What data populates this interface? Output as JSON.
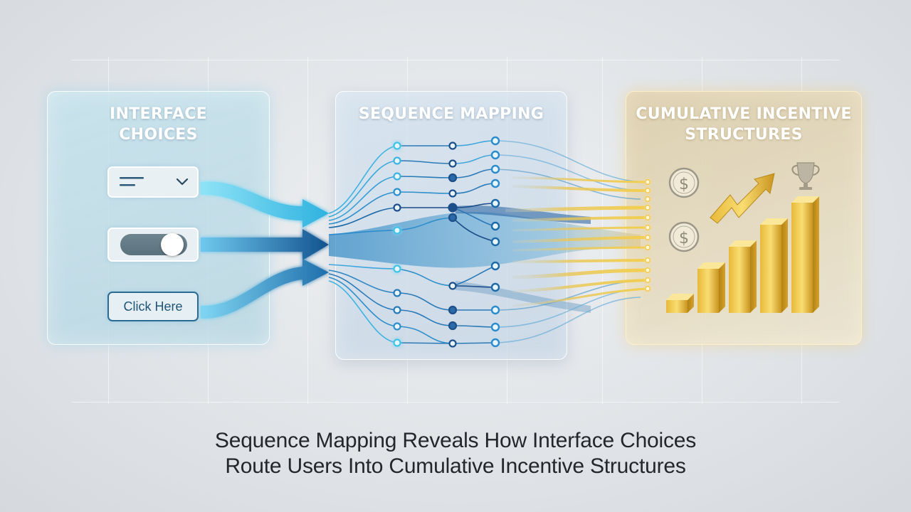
{
  "panels": {
    "left": {
      "title_line1": "INTERFACE",
      "title_line2": "CHOICES"
    },
    "middle": {
      "title": "SEQUENCE MAPPING"
    },
    "right": {
      "title_line1": "CUMULATIVE INCENTIVE",
      "title_line2": "STRUCTURES"
    }
  },
  "controls": {
    "dropdown": {
      "icon": "menu-lines-icon",
      "chevron": "chevron-down-icon"
    },
    "toggle": {
      "state": "on"
    },
    "button": {
      "label": "Click Here"
    }
  },
  "incentives": {
    "coin_symbol": "$",
    "icons": [
      "dollar-coin-icon",
      "dollar-coin-icon",
      "trending-up-arrow-icon",
      "trophy-icon"
    ],
    "bar_levels": [
      1,
      2,
      3,
      4,
      5
    ]
  },
  "caption": {
    "line1": "Sequence Mapping Reveals How Interface Choices",
    "line2": "Route Users Into Cumulative Incentive Structures"
  },
  "colors": {
    "blue_accent": "#1e7fc0",
    "cyan_accent": "#3fc3e8",
    "gold_accent": "#e8b830"
  }
}
